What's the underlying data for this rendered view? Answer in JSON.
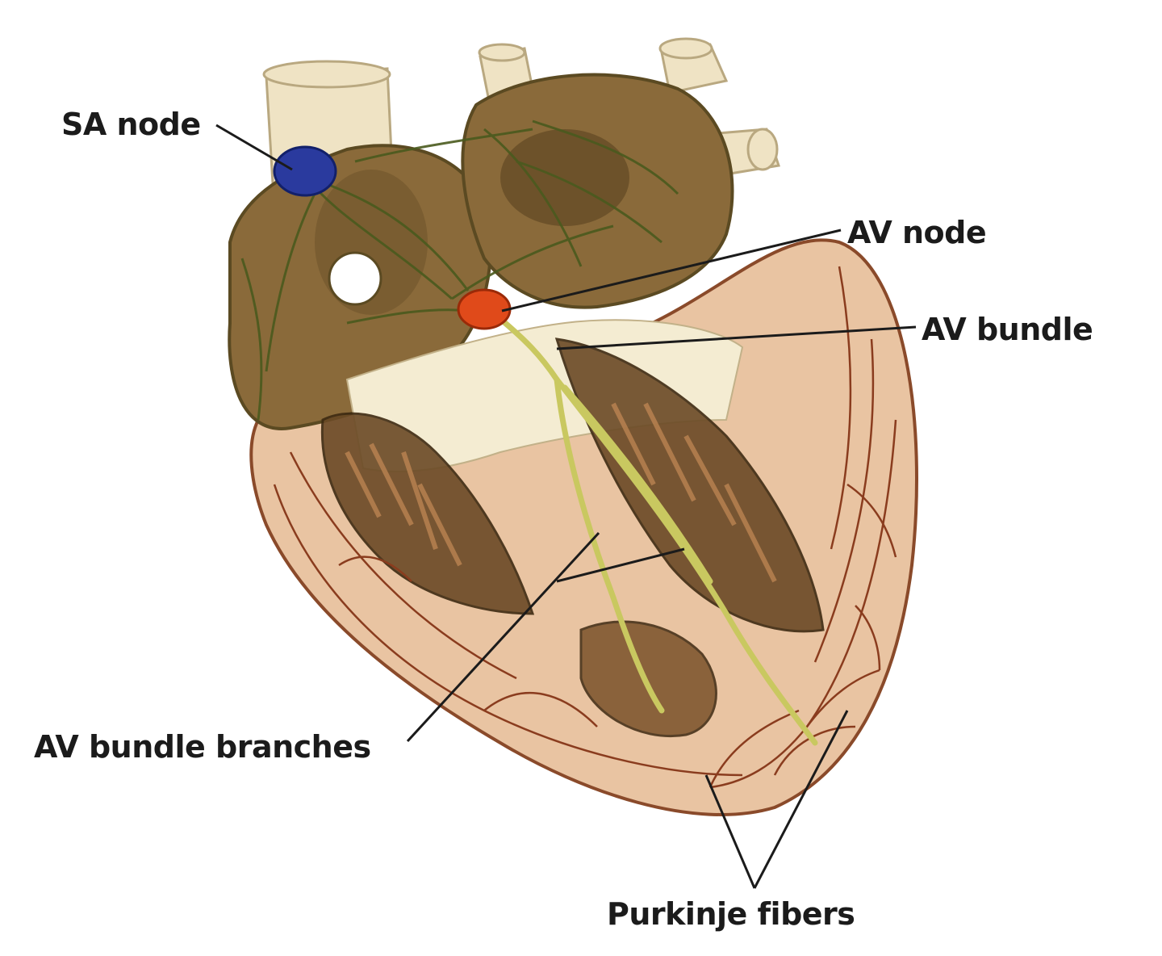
{
  "labels": {
    "sa_node": "SA node",
    "av_node": "AV node",
    "av_bundle": "AV bundle",
    "av_bundle_branches": "AV bundle branches",
    "purkinje_fibers": "Purkinje fibers"
  },
  "colors": {
    "background": "#ffffff",
    "myocardium": "#e9c4a2",
    "wall_outline": "#8a4a2a",
    "chamber_interior": "#7a5a2e",
    "vessel": "#efe3c4",
    "sa_node": "#2a3a9e",
    "av_node": "#e04a1a",
    "conduction_fibers": "#c9c860",
    "nerve_network": "#4a5a1e",
    "purkinje": "#8a3c1e",
    "leader_lines": "#1b1b1b"
  }
}
